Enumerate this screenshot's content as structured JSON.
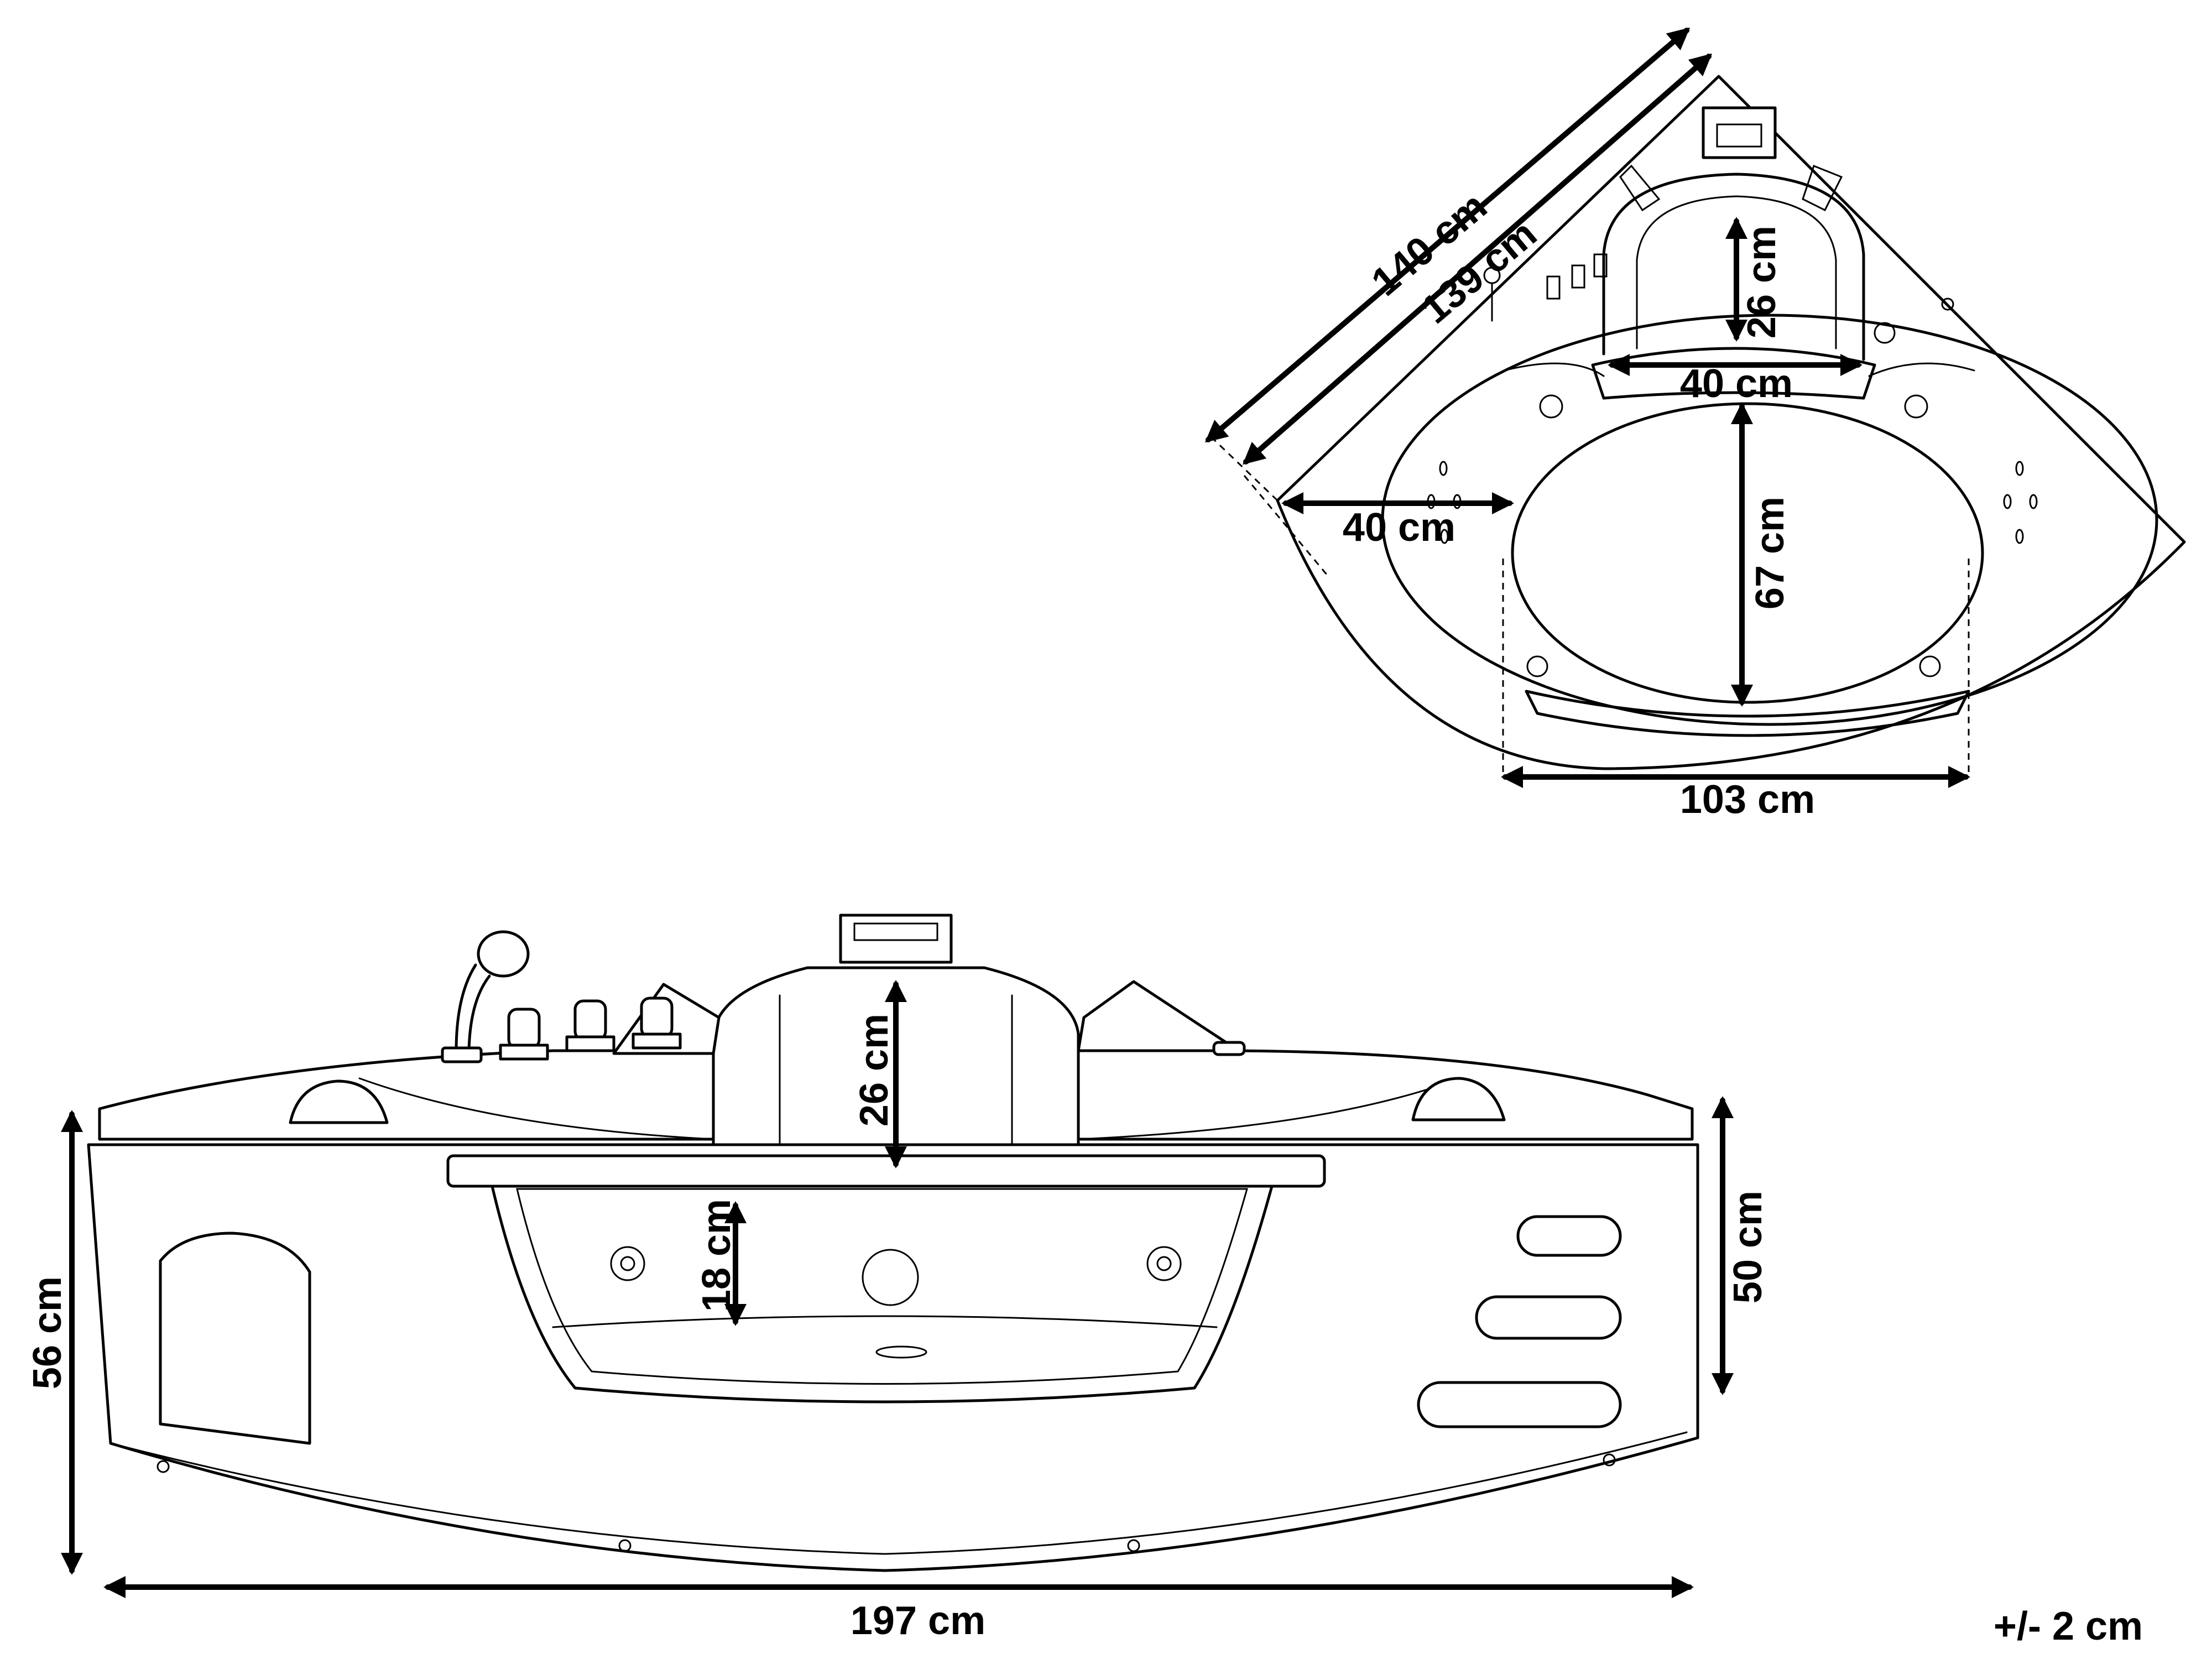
{
  "top_view": {
    "outer_side": "140 cm",
    "inner_side": "139 cm",
    "headrest_depth": "26 cm",
    "headrest_width": "40 cm",
    "rim_width": "40 cm",
    "basin_depth": "67 cm",
    "basin_width": "103 cm"
  },
  "front_view": {
    "backrest_height": "26 cm",
    "window_depth": "18 cm",
    "inner_height": "50 cm",
    "total_height": "56 cm",
    "total_width": "197 cm"
  },
  "tolerance": "+/- 2 cm"
}
